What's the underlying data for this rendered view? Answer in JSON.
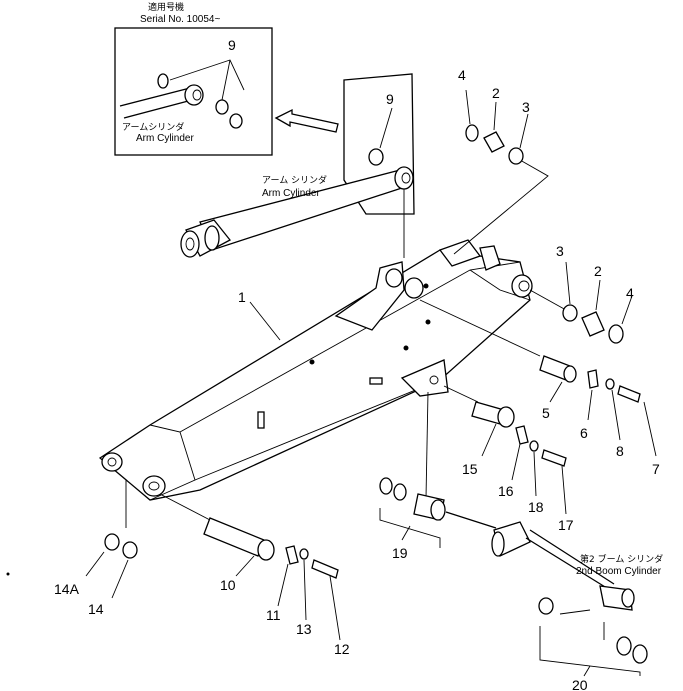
{
  "inset": {
    "serial_jp": "適用号機",
    "serial_label": "Serial No. 10054~",
    "arm_cylinder_jp": "アームシリンダ",
    "arm_cylinder": "Arm Cylinder"
  },
  "labels": {
    "arm_cylinder_jp": "アーム シリンダ",
    "arm_cylinder": "Arm Cylinder",
    "boom2_jp": "第2 ブーム シリンダ",
    "boom2": "2nd Boom Cylinder"
  },
  "callouts": {
    "p1": "1",
    "p2a": "2",
    "p2b": "2",
    "p3a": "3",
    "p3b": "3",
    "p4a": "4",
    "p4b": "4",
    "p5": "5",
    "p6": "6",
    "p7": "7",
    "p8": "8",
    "p9a": "9",
    "p9b": "9",
    "p10": "10",
    "p11": "11",
    "p12": "12",
    "p13": "13",
    "p14": "14",
    "p14a": "14A",
    "p15": "15",
    "p16": "16",
    "p17": "17",
    "p18": "18",
    "p19": "19",
    "p20": "20"
  }
}
